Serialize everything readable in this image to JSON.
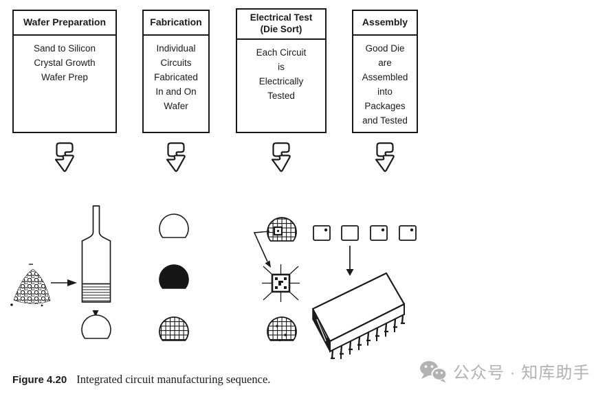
{
  "figure": {
    "steps": [
      {
        "title": "Wafer Preparation",
        "body": "Sand to Silicon\nCrystal Growth\nWafer Prep"
      },
      {
        "title": "Fabrication",
        "body": "Individual\nCircuits\nFabricated\nIn and On\nWafer"
      },
      {
        "title": "Electrical Test\n(Die Sort)",
        "body": "Each Circuit\nis\nElectrically\nTested"
      },
      {
        "title": "Assembly",
        "body": "Good Die\nare\nAssembled\ninto\nPackages\nand Tested"
      }
    ],
    "caption": {
      "label": "Figure 4.20",
      "text": "Integrated circuit manufacturing sequence."
    }
  },
  "watermark": {
    "text": "公众号 · 知库助手"
  },
  "icons": {
    "flow_arrow": "broken-down-arrow",
    "wechat": "wechat-speech-bubbles",
    "illustrations": [
      "sand-pile",
      "right-arrow",
      "crystal-growth-crucible",
      "down-arrow",
      "blank-wafer",
      "wafer-outline",
      "wafer-black",
      "wafer-hatched",
      "wafer-die-sort",
      "die-probe-test",
      "die-row",
      "dip-package"
    ]
  },
  "colors": {
    "ink": "#1a1a1a",
    "watermark": "#b3b3b3",
    "background": "#ffffff"
  }
}
